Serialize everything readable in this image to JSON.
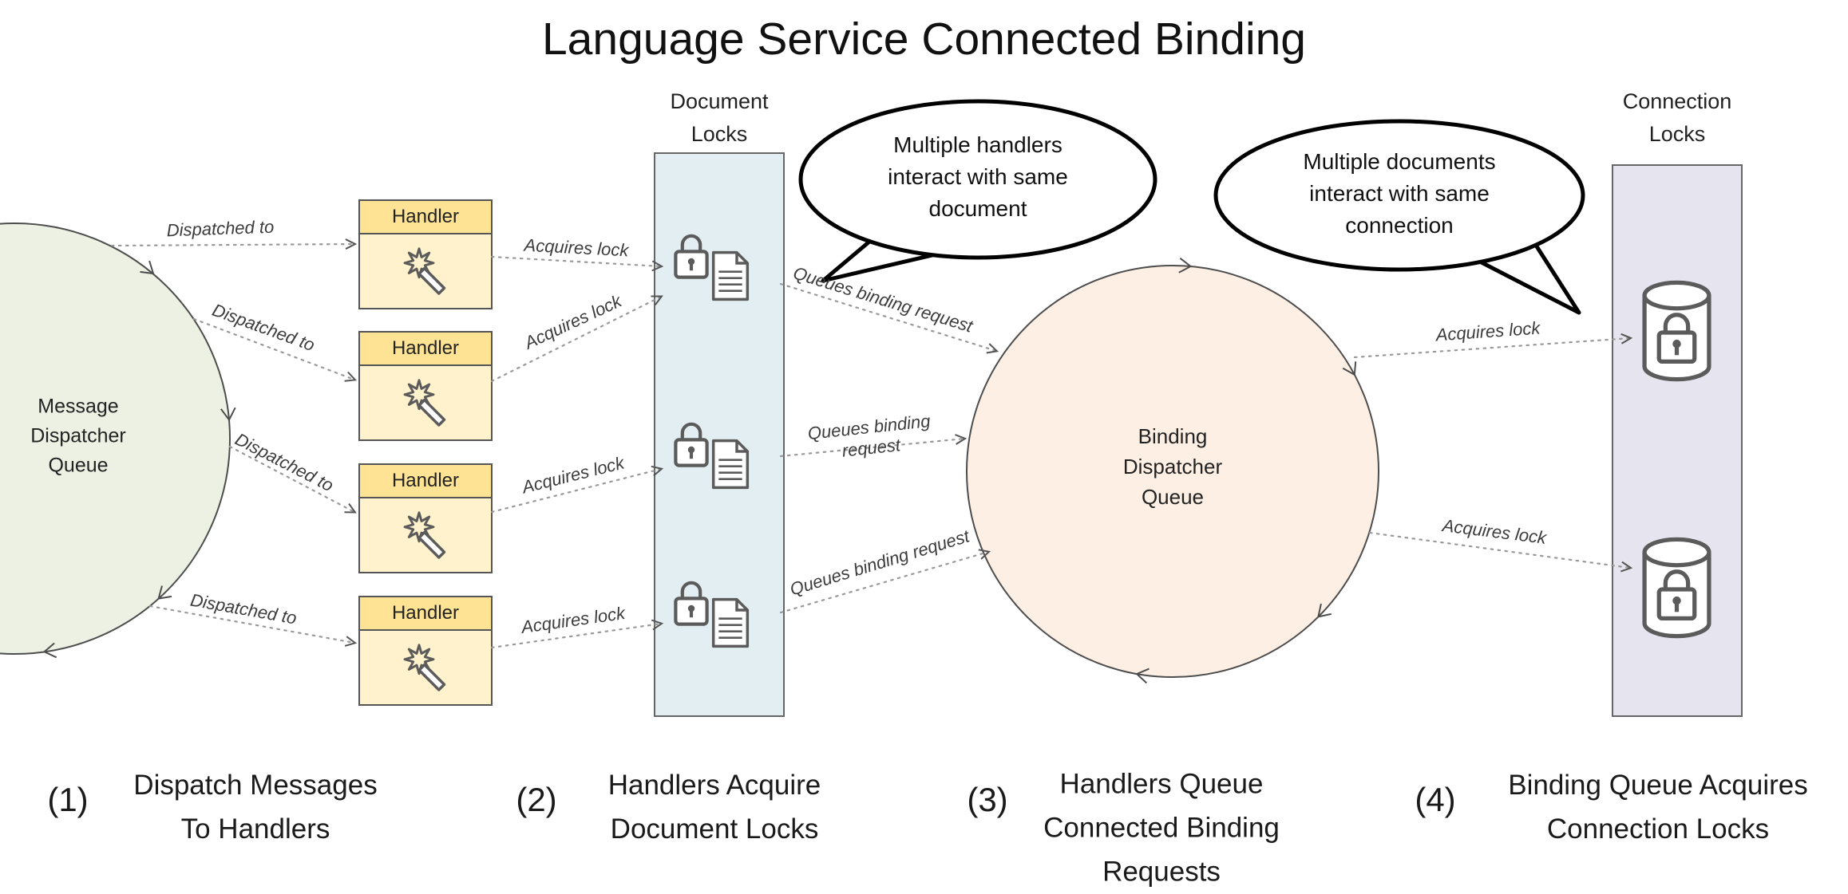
{
  "title": "Language Service Connected Binding",
  "nodes": {
    "message_queue": {
      "line1": "Message",
      "line2": "Dispatcher",
      "line3": "Queue"
    },
    "binding_queue": {
      "line1": "Binding",
      "line2": "Dispatcher",
      "line3": "Queue"
    },
    "document_locks": {
      "line1": "Document",
      "line2": "Locks"
    },
    "connection_locks": {
      "line1": "Connection",
      "line2": "Locks"
    },
    "handler_label": "Handler"
  },
  "arrow_labels": {
    "dispatched_to": "Dispatched to",
    "acquires_lock": "Acquires lock",
    "queues_binding_request": "Queues binding request",
    "queues_binding_line1": "Queues binding",
    "queues_binding_line2": "request"
  },
  "bubbles": {
    "handlers": {
      "line1": "Multiple handlers",
      "line2": "interact with same",
      "line3": "document"
    },
    "documents": {
      "line1": "Multiple documents",
      "line2": "interact with same",
      "line3": "connection"
    }
  },
  "captions": {
    "c1": {
      "num": "(1)",
      "line1": "Dispatch Messages",
      "line2": "To Handlers"
    },
    "c2": {
      "num": "(2)",
      "line1": "Handlers Acquire",
      "line2": "Document Locks"
    },
    "c3": {
      "num": "(3)",
      "line1": "Handlers Queue",
      "line2": "Connected Binding",
      "line3": "Requests"
    },
    "c4": {
      "num": "(4)",
      "line1": "Binding Queue Acquires",
      "line2": "Connection Locks"
    }
  },
  "colors": {
    "message_circle": "#ecf1e4",
    "binding_circle": "#fdefe3",
    "document_panel": "#e2eef2",
    "connection_panel": "#e6e4ee",
    "handler_header": "#ffe394",
    "handler_body": "#fff2cc",
    "outline": "#4d4d4d",
    "arrow": "#999999",
    "bubble_stroke": "#000000"
  }
}
